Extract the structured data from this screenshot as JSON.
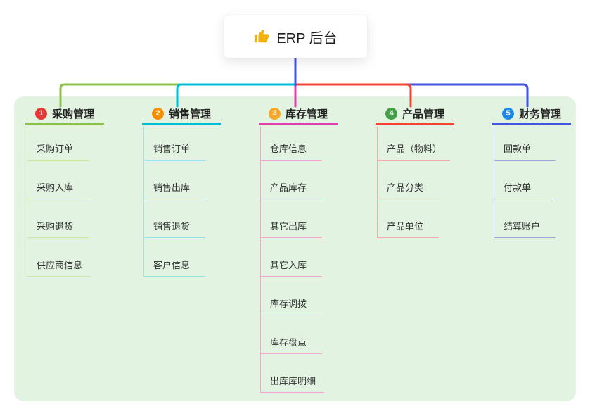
{
  "root": {
    "label": "ERP 后台",
    "icon": "thumbs-up",
    "icon_color": "#f2b20d"
  },
  "canvas": {
    "page_color": "#ffffff",
    "panel_color": "#e2f3e1",
    "root_connector_color": "#4355e0"
  },
  "branches": [
    {
      "num": "1",
      "label": "采购管理",
      "badge_color": "#e53935",
      "line_color": "#8bc34a",
      "child_line_color": "#cbe6a3",
      "children": [
        "采购订单",
        "采购入库",
        "采购退货",
        "供应商信息"
      ]
    },
    {
      "num": "2",
      "label": "销售管理",
      "badge_color": "#fb8c00",
      "line_color": "#00bcd4",
      "child_line_color": "#96e3e8",
      "children": [
        "销售订单",
        "销售出库",
        "销售退货",
        "客户信息"
      ]
    },
    {
      "num": "3",
      "label": "库存管理",
      "badge_color": "#f9a825",
      "line_color": "#e040a8",
      "child_line_color": "#f2a4d6",
      "children": [
        "仓库信息",
        "产品库存",
        "其它出库",
        "其它入库",
        "库存调拨",
        "库存盘点",
        "出库库明细"
      ]
    },
    {
      "num": "4",
      "label": "产品管理",
      "badge_color": "#43a047",
      "line_color": "#f44336",
      "child_line_color": "#f6aba6",
      "children": [
        "产品（物料）",
        "产品分类",
        "产品单位"
      ]
    },
    {
      "num": "5",
      "label": "财务管理",
      "badge_color": "#1e88e5",
      "line_color": "#4355e0",
      "child_line_color": "#9fa8da",
      "children": [
        "回款单",
        "付款单",
        "结算账户"
      ]
    }
  ]
}
